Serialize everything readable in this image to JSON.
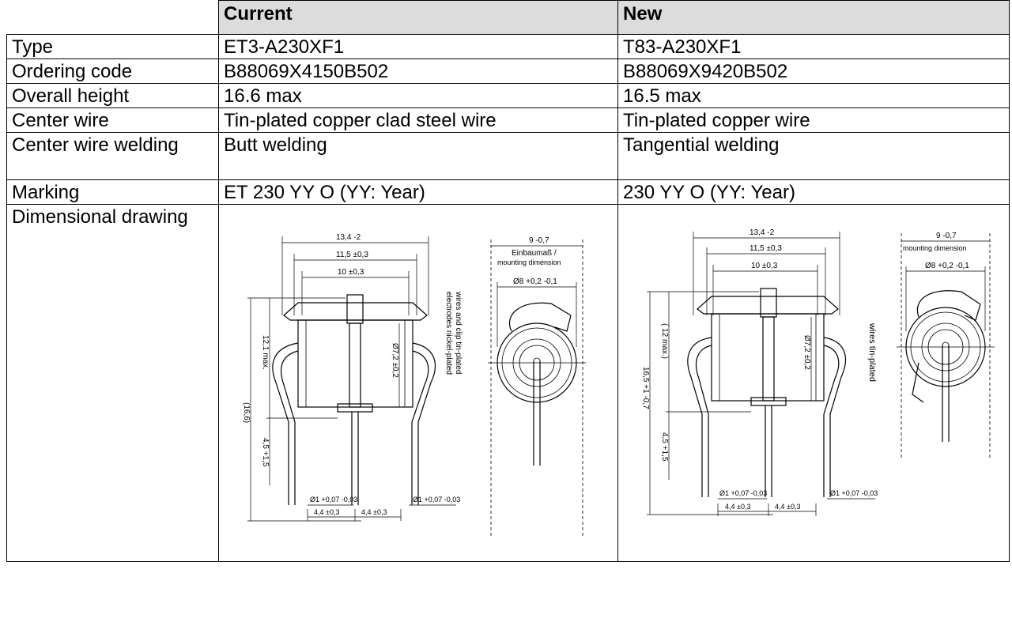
{
  "columns": {
    "current": "Current",
    "new": "New"
  },
  "rows": [
    {
      "label": "Type",
      "current": "ET3-A230XF1",
      "new": "T83-A230XF1"
    },
    {
      "label": "Ordering code",
      "current": "B88069X4150B502",
      "new": "B88069X9420B502"
    },
    {
      "label": "Overall height",
      "current": "16.6 max",
      "new": "16.5 max"
    },
    {
      "label": "Center wire",
      "current": "Tin-plated copper clad steel wire",
      "new": "Tin-plated copper wire"
    },
    {
      "label": "Center wire welding",
      "current": "Butt welding",
      "new": "Tangential welding"
    },
    {
      "label": "Marking",
      "current": "ET 230 YY O (YY: Year)",
      "new": "230 YY O (YY: Year)"
    }
  ],
  "drawing_row_label": "Dimensional drawing",
  "drawing_current": {
    "width": "13,4 -2",
    "width2": "11,5 ±0,3",
    "width3": "10 ±0,3",
    "height": "12,1 max.",
    "overall": "(16,6)",
    "diam": "Ø7,2 ±0,2",
    "lead": "4,5 +1,5",
    "wire_d1": "Ø1 +0,07 -0,03",
    "wire_d2": "Ø1 +0,07 -0,03",
    "pitch1": "4,4 ±0,3",
    "pitch2": "4,4 ±0,3",
    "side_w": "9 -0,7",
    "side_label1": "Einbaumaß /",
    "side_label2": "mounting dimension",
    "side_d": "Ø8 +0,2 -0,1",
    "note1": "electrodes nickel-plated",
    "note2": "wires and clip tin-plated"
  },
  "drawing_new": {
    "width": "13,4 -2",
    "width2": "11,5 ±0,3",
    "width3": "10 ±0,3",
    "height": "( 12 max.)",
    "overall": "16,5 +1 -0,7",
    "diam": "Ø7,2 ±0,2",
    "lead": "4,5 +1,5",
    "wire_d1": "Ø1 +0,07 -0,03",
    "wire_d2": "Ø1 +0,07 -0,03",
    "pitch1": "4,4 ±0,3",
    "pitch2": "4,4 ±0,3",
    "side_w": "9 -0,7",
    "side_label2": "mounting dimension",
    "side_d": "Ø8 +0,2 -0,1",
    "note1": "wires tin-plated"
  }
}
